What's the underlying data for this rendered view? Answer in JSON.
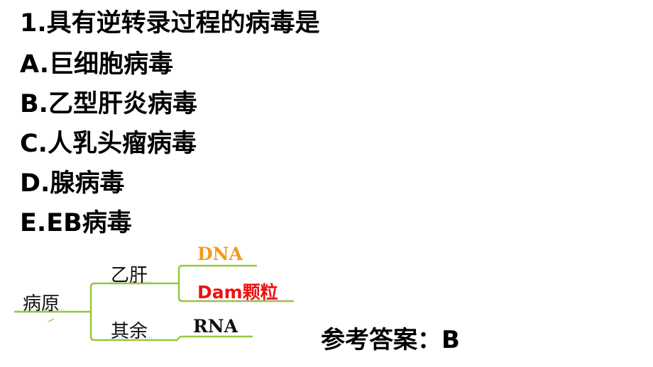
{
  "question": {
    "stem": "1.具有逆转录过程的病毒是",
    "options": [
      "A.巨细胞病毒",
      "B.乙型肝炎病毒",
      "C.人乳头瘤病毒",
      "D.腺病毒",
      "E.EB病毒"
    ]
  },
  "diagram": {
    "root": "病原",
    "branches": [
      {
        "label": "乙肝",
        "children": [
          {
            "text": "DNA",
            "color": "#f39a1a"
          },
          {
            "text": "Dam颗粒",
            "color": "#ee1111"
          }
        ]
      },
      {
        "label": "其余",
        "children": [
          {
            "text": "RNA",
            "color": "#111111"
          }
        ]
      }
    ],
    "line_color": "#92c83e"
  },
  "answer": {
    "text": "参考答案：B"
  }
}
